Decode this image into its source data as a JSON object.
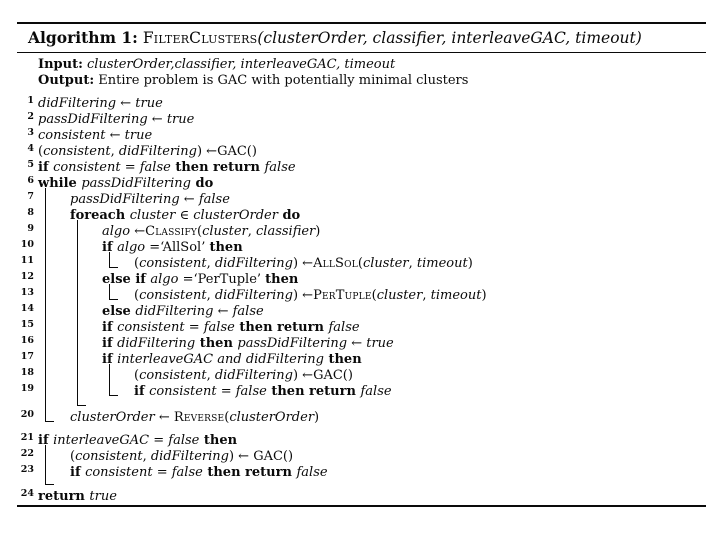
{
  "colors": {
    "background": "#ffffff",
    "text": "#0a0a0a",
    "rule": "#0a0a0a"
  },
  "algorithm": {
    "label": "Algorithm 1:",
    "name": "FilterClusters",
    "params": "(clusterOrder, classifier, interleaveGAC, timeout)",
    "input_label": "Input:",
    "input_text": "clusterOrder,classifier, interleaveGAC, timeout",
    "output_label": "Output:",
    "output_text": "Entire problem is GAC with potentially minimal clusters",
    "rows": [
      {
        "t": "c",
        "n": "1",
        "i": 0,
        "rails": [],
        "ticks": [],
        "s": [
          [
            "v",
            "didFiltering"
          ],
          [
            "p",
            " ← "
          ],
          [
            "v",
            "true"
          ]
        ]
      },
      {
        "t": "c",
        "n": "2",
        "i": 0,
        "rails": [],
        "ticks": [],
        "s": [
          [
            "v",
            "passDidFiltering"
          ],
          [
            "p",
            " ← "
          ],
          [
            "v",
            "true"
          ]
        ]
      },
      {
        "t": "c",
        "n": "3",
        "i": 0,
        "rails": [],
        "ticks": [],
        "s": [
          [
            "v",
            "consistent"
          ],
          [
            "p",
            " ← "
          ],
          [
            "v",
            "true"
          ]
        ]
      },
      {
        "t": "c",
        "n": "4",
        "i": 0,
        "rails": [],
        "ticks": [],
        "s": [
          [
            "p",
            "("
          ],
          [
            "v",
            "consistent"
          ],
          [
            "p",
            ", "
          ],
          [
            "v",
            "didFiltering"
          ],
          [
            "p",
            ") ←GAC()"
          ]
        ]
      },
      {
        "t": "c",
        "n": "5",
        "i": 0,
        "rails": [],
        "ticks": [],
        "s": [
          [
            "k",
            "if "
          ],
          [
            "v",
            "consistent"
          ],
          [
            "p",
            " = "
          ],
          [
            "v",
            "false"
          ],
          [
            "k",
            " then return "
          ],
          [
            "v",
            "false"
          ]
        ]
      },
      {
        "t": "c",
        "n": "6",
        "i": 0,
        "rails": [],
        "ticks": [],
        "s": [
          [
            "k",
            "while "
          ],
          [
            "v",
            "passDidFiltering"
          ],
          [
            "k",
            " do"
          ]
        ]
      },
      {
        "t": "c",
        "n": "7",
        "i": 1,
        "rails": [
          0
        ],
        "ticks": [],
        "s": [
          [
            "v",
            "passDidFiltering"
          ],
          [
            "p",
            " ← "
          ],
          [
            "v",
            "false"
          ]
        ]
      },
      {
        "t": "c",
        "n": "8",
        "i": 1,
        "rails": [
          0
        ],
        "ticks": [],
        "s": [
          [
            "k",
            "foreach "
          ],
          [
            "v",
            "cluster"
          ],
          [
            "p",
            " ∈ "
          ],
          [
            "v",
            "clusterOrder"
          ],
          [
            "k",
            " do"
          ]
        ]
      },
      {
        "t": "c",
        "n": "9",
        "i": 2,
        "rails": [
          0,
          1
        ],
        "ticks": [],
        "s": [
          [
            "v",
            "algo"
          ],
          [
            "p",
            " ←"
          ],
          [
            "s",
            "Classify"
          ],
          [
            "p",
            "("
          ],
          [
            "v",
            "cluster"
          ],
          [
            "p",
            ", "
          ],
          [
            "v",
            "classifier"
          ],
          [
            "p",
            ")"
          ]
        ]
      },
      {
        "t": "c",
        "n": "10",
        "i": 2,
        "rails": [
          0,
          1
        ],
        "ticks": [],
        "s": [
          [
            "k",
            "if "
          ],
          [
            "v",
            "algo"
          ],
          [
            "p",
            " =‘AllSol’ "
          ],
          [
            "k",
            "then"
          ]
        ]
      },
      {
        "t": "c",
        "n": "11",
        "i": 3,
        "rails": [
          0,
          1,
          2
        ],
        "ticks": [
          2
        ],
        "s": [
          [
            "p",
            "("
          ],
          [
            "v",
            "consistent"
          ],
          [
            "p",
            ", "
          ],
          [
            "v",
            "didFiltering"
          ],
          [
            "p",
            ") ←"
          ],
          [
            "s",
            "AllSol"
          ],
          [
            "p",
            "("
          ],
          [
            "v",
            "cluster"
          ],
          [
            "p",
            ", "
          ],
          [
            "v",
            "timeout"
          ],
          [
            "p",
            ")"
          ]
        ]
      },
      {
        "t": "c",
        "n": "12",
        "i": 2,
        "rails": [
          0,
          1
        ],
        "ticks": [],
        "s": [
          [
            "k",
            "else if "
          ],
          [
            "v",
            "algo"
          ],
          [
            "p",
            " =‘PerTuple’ "
          ],
          [
            "k",
            "then"
          ]
        ]
      },
      {
        "t": "c",
        "n": "13",
        "i": 3,
        "rails": [
          0,
          1,
          2
        ],
        "ticks": [
          2
        ],
        "s": [
          [
            "p",
            "("
          ],
          [
            "v",
            "consistent"
          ],
          [
            "p",
            ", "
          ],
          [
            "v",
            "didFiltering"
          ],
          [
            "p",
            ") ←"
          ],
          [
            "s",
            "PerTuple"
          ],
          [
            "p",
            "("
          ],
          [
            "v",
            "cluster"
          ],
          [
            "p",
            ", "
          ],
          [
            "v",
            "timeout"
          ],
          [
            "p",
            ")"
          ]
        ]
      },
      {
        "t": "c",
        "n": "14",
        "i": 2,
        "rails": [
          0,
          1
        ],
        "ticks": [],
        "s": [
          [
            "k",
            "else "
          ],
          [
            "v",
            "didFiltering"
          ],
          [
            "p",
            " ← "
          ],
          [
            "v",
            "false"
          ]
        ]
      },
      {
        "t": "c",
        "n": "15",
        "i": 2,
        "rails": [
          0,
          1
        ],
        "ticks": [],
        "s": [
          [
            "k",
            "if "
          ],
          [
            "v",
            "consistent"
          ],
          [
            "p",
            " = "
          ],
          [
            "v",
            "false"
          ],
          [
            "k",
            " then return "
          ],
          [
            "v",
            "false"
          ]
        ]
      },
      {
        "t": "c",
        "n": "16",
        "i": 2,
        "rails": [
          0,
          1
        ],
        "ticks": [],
        "s": [
          [
            "k",
            "if "
          ],
          [
            "v",
            "didFiltering"
          ],
          [
            "k",
            " then "
          ],
          [
            "v",
            "passDidFiltering"
          ],
          [
            "p",
            " ← "
          ],
          [
            "v",
            "true"
          ]
        ]
      },
      {
        "t": "c",
        "n": "17",
        "i": 2,
        "rails": [
          0,
          1
        ],
        "ticks": [],
        "s": [
          [
            "k",
            "if "
          ],
          [
            "v",
            "interleaveGAC"
          ],
          [
            "v",
            " and "
          ],
          [
            "v",
            "didFiltering"
          ],
          [
            "k",
            " then"
          ]
        ]
      },
      {
        "t": "c",
        "n": "18",
        "i": 3,
        "rails": [
          0,
          1,
          2
        ],
        "ticks": [],
        "s": [
          [
            "p",
            "("
          ],
          [
            "v",
            "consistent"
          ],
          [
            "p",
            ", "
          ],
          [
            "v",
            "didFiltering"
          ],
          [
            "p",
            ") ←GAC()"
          ]
        ]
      },
      {
        "t": "c",
        "n": "19",
        "i": 3,
        "rails": [
          0,
          1,
          2
        ],
        "ticks": [
          2
        ],
        "s": [
          [
            "k",
            "if "
          ],
          [
            "v",
            "consistent"
          ],
          [
            "p",
            " = "
          ],
          [
            "v",
            "false"
          ],
          [
            "k",
            " then return "
          ],
          [
            "v",
            "false"
          ]
        ]
      },
      {
        "t": "g",
        "h": 10,
        "rails": [
          0,
          1
        ],
        "ticks": [
          1
        ]
      },
      {
        "t": "c",
        "n": "20",
        "i": 1,
        "rails": [
          0
        ],
        "ticks": [
          0
        ],
        "s": [
          [
            "v",
            "clusterOrder"
          ],
          [
            "p",
            " ← "
          ],
          [
            "s",
            "Reverse"
          ],
          [
            "p",
            "("
          ],
          [
            "v",
            "clusterOrder"
          ],
          [
            "p",
            ")"
          ]
        ]
      },
      {
        "t": "g",
        "h": 7,
        "rails": [],
        "ticks": []
      },
      {
        "t": "c",
        "n": "21",
        "i": 0,
        "rails": [],
        "ticks": [],
        "s": [
          [
            "k",
            "if "
          ],
          [
            "v",
            "interleaveGAC"
          ],
          [
            "p",
            " = "
          ],
          [
            "v",
            "false"
          ],
          [
            "k",
            " then"
          ]
        ]
      },
      {
        "t": "c",
        "n": "22",
        "i": 1,
        "rails": [
          0
        ],
        "ticks": [],
        "s": [
          [
            "p",
            "("
          ],
          [
            "v",
            "consistent"
          ],
          [
            "p",
            ", "
          ],
          [
            "v",
            "didFiltering"
          ],
          [
            "p",
            ") ← GAC()"
          ]
        ]
      },
      {
        "t": "c",
        "n": "23",
        "i": 1,
        "rails": [
          0
        ],
        "ticks": [],
        "s": [
          [
            "k",
            "if "
          ],
          [
            "v",
            "consistent"
          ],
          [
            "p",
            " = "
          ],
          [
            "v",
            "false"
          ],
          [
            "k",
            " then return "
          ],
          [
            "v",
            "false"
          ]
        ]
      },
      {
        "t": "g",
        "h": 8,
        "rails": [
          0
        ],
        "ticks": [
          0
        ]
      },
      {
        "t": "c",
        "n": "24",
        "i": 0,
        "rails": [],
        "ticks": [],
        "s": [
          [
            "k",
            "return "
          ],
          [
            "v",
            "true"
          ]
        ]
      }
    ]
  }
}
